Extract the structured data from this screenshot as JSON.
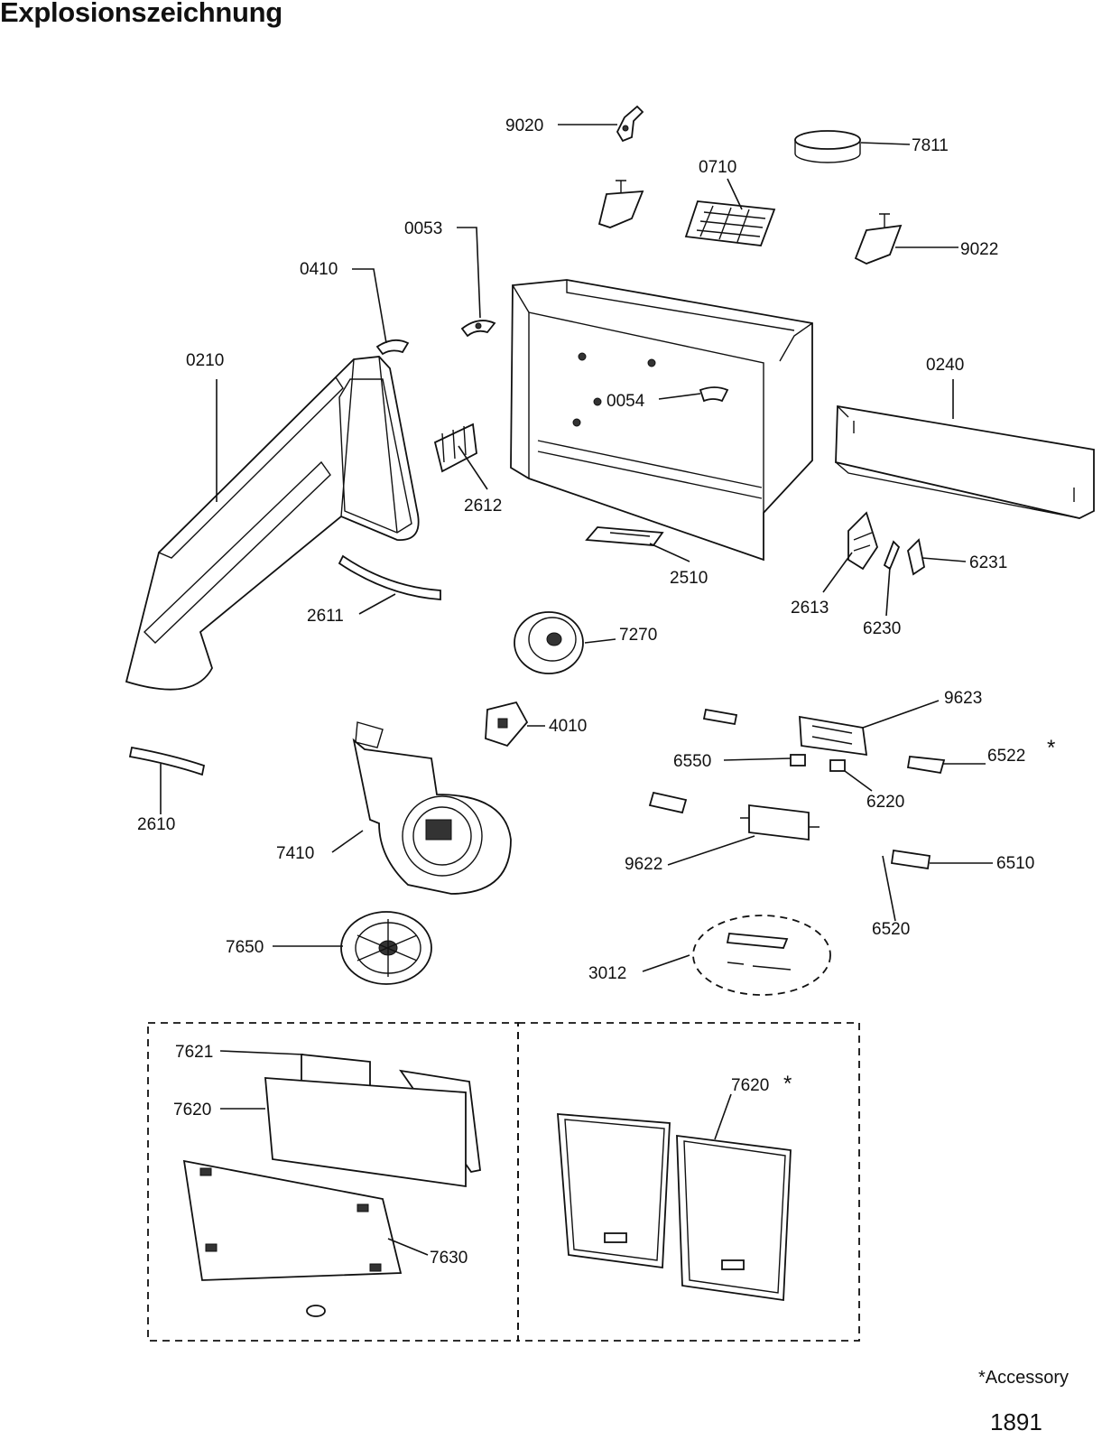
{
  "title": "Explosionszeichnung",
  "accessory_note": "*Accessory",
  "page_number": "1891",
  "accessory_mark": "*",
  "parts": {
    "p9020": "9020",
    "p7811": "7811",
    "p0710": "0710",
    "p0053": "0053",
    "p9022": "9022",
    "p0410": "0410",
    "p0210": "0210",
    "p0240": "0240",
    "p0054": "0054",
    "p2612": "2612",
    "p2510": "2510",
    "p6231": "6231",
    "p2613": "2613",
    "p6230": "6230",
    "p2611": "2611",
    "p7270": "7270",
    "p9623": "9623",
    "p4010": "4010",
    "p6522": "6522",
    "p6550": "6550",
    "p6220": "6220",
    "p2610": "2610",
    "p7410": "7410",
    "p9622": "9622",
    "p6510": "6510",
    "p6520": "6520",
    "p7650": "7650",
    "p3012": "3012",
    "p7621": "7621",
    "p7620a": "7620",
    "p7620b": "7620",
    "p7630": "7630"
  }
}
